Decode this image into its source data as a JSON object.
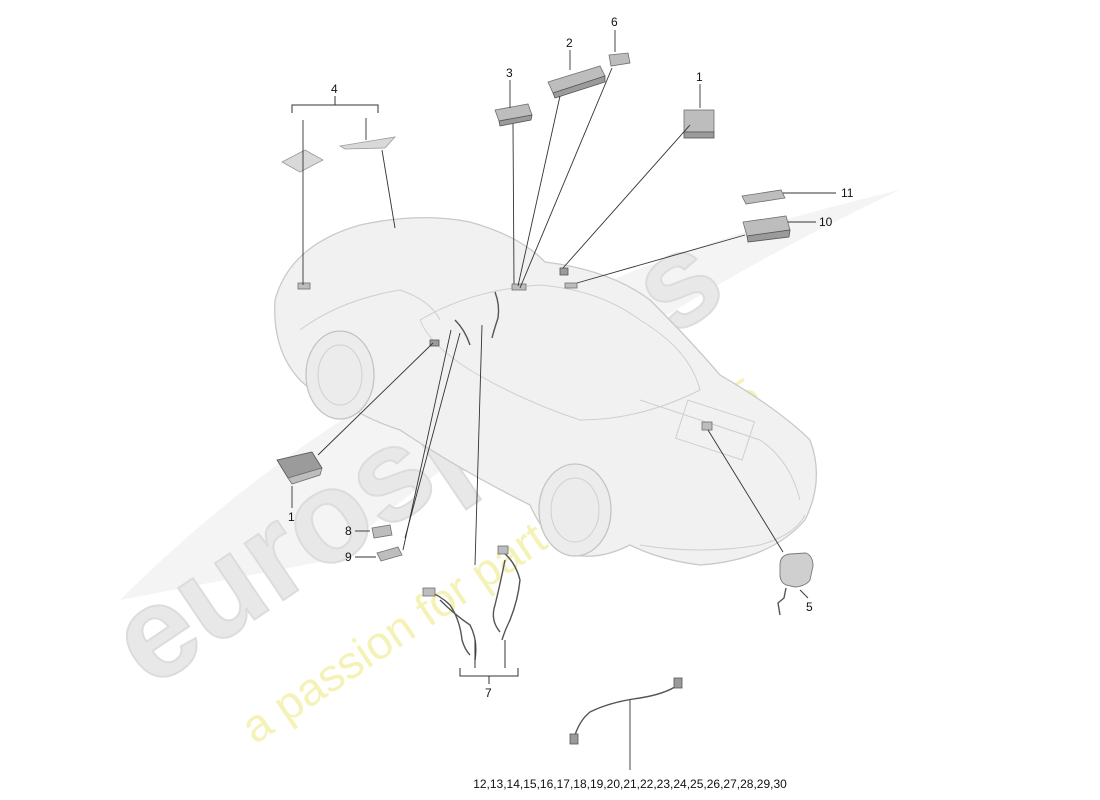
{
  "callouts": {
    "c1_top": "1",
    "c1_left": "1",
    "c2": "2",
    "c3": "3",
    "c4": "4",
    "c5": "5",
    "c6": "6",
    "c7": "7",
    "c8": "8",
    "c9": "9",
    "c10": "10",
    "c11": "11",
    "c12_30": "12,13,14,15,16,17,18,19,20,21,22,23,24,25,26,27,28,29,30"
  },
  "watermark": {
    "brand": "eurospares",
    "tagline": "a passion for parts since 1985",
    "brand_color": "#e8e8e8",
    "tagline_color": "#f4f1b0"
  }
}
